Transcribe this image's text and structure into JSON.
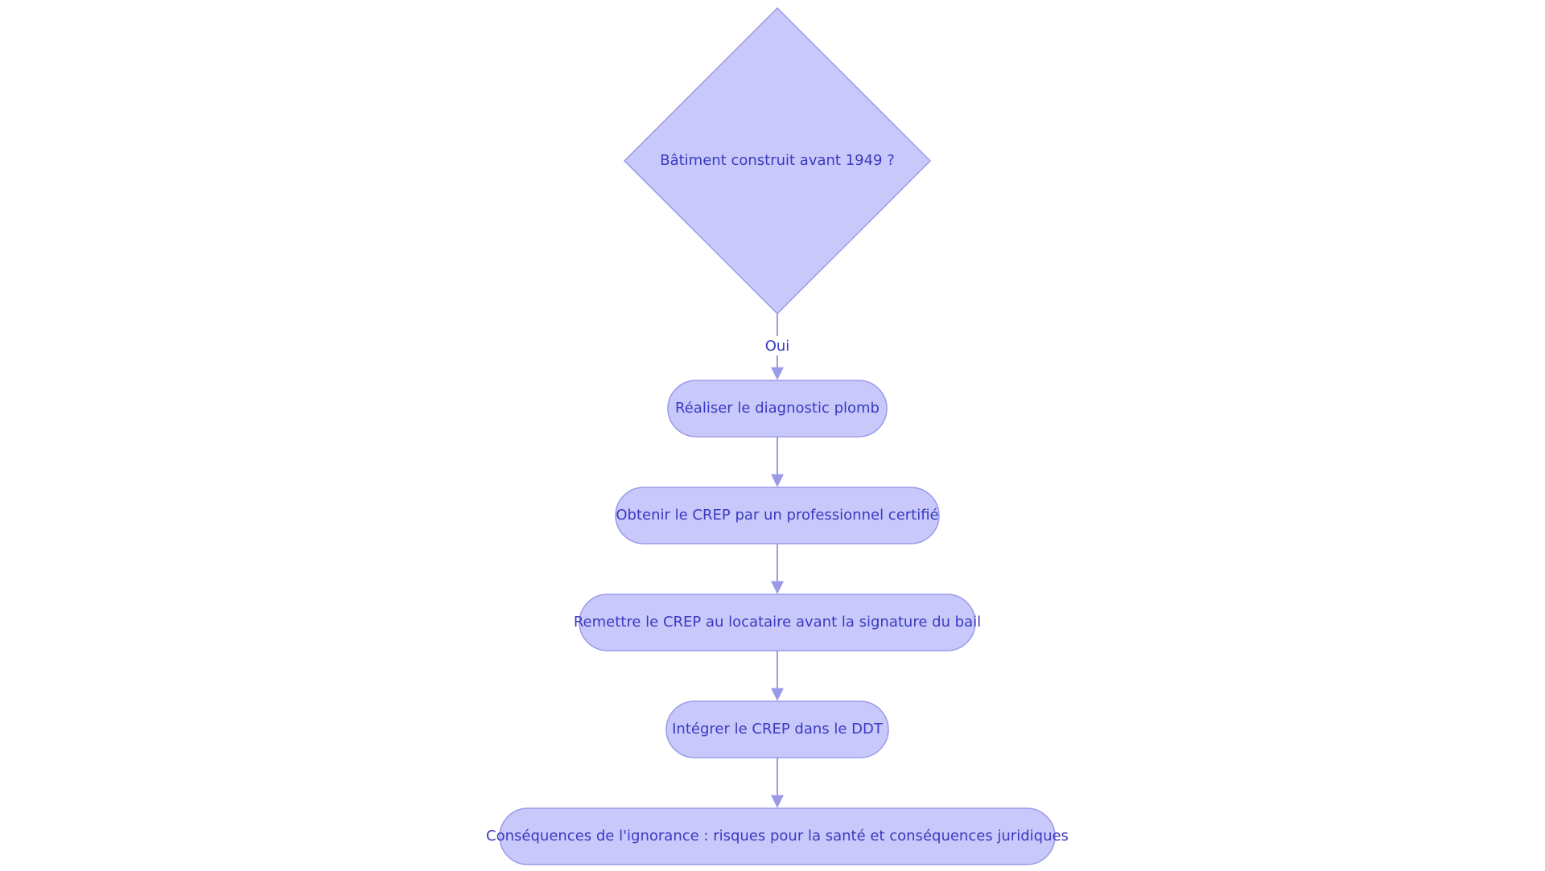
{
  "colors": {
    "node_fill": "#c8c8fb",
    "node_stroke": "#9a9ae8",
    "edge": "#9a9ae8",
    "text": "#3a3ac0",
    "background": "#ffffff"
  },
  "decision": {
    "label": "Bâtiment construit avant 1949 ?"
  },
  "edge_label": "Oui",
  "steps": [
    {
      "label": "Réaliser le diagnostic plomb"
    },
    {
      "label": "Obtenir le CREP par un professionnel certifié"
    },
    {
      "label": "Remettre le CREP au locataire avant la signature du bail"
    },
    {
      "label": "Intégrer le CREP dans le DDT"
    },
    {
      "label": "Conséquences de l'ignorance : risques pour la santé et conséquences juridiques"
    }
  ]
}
